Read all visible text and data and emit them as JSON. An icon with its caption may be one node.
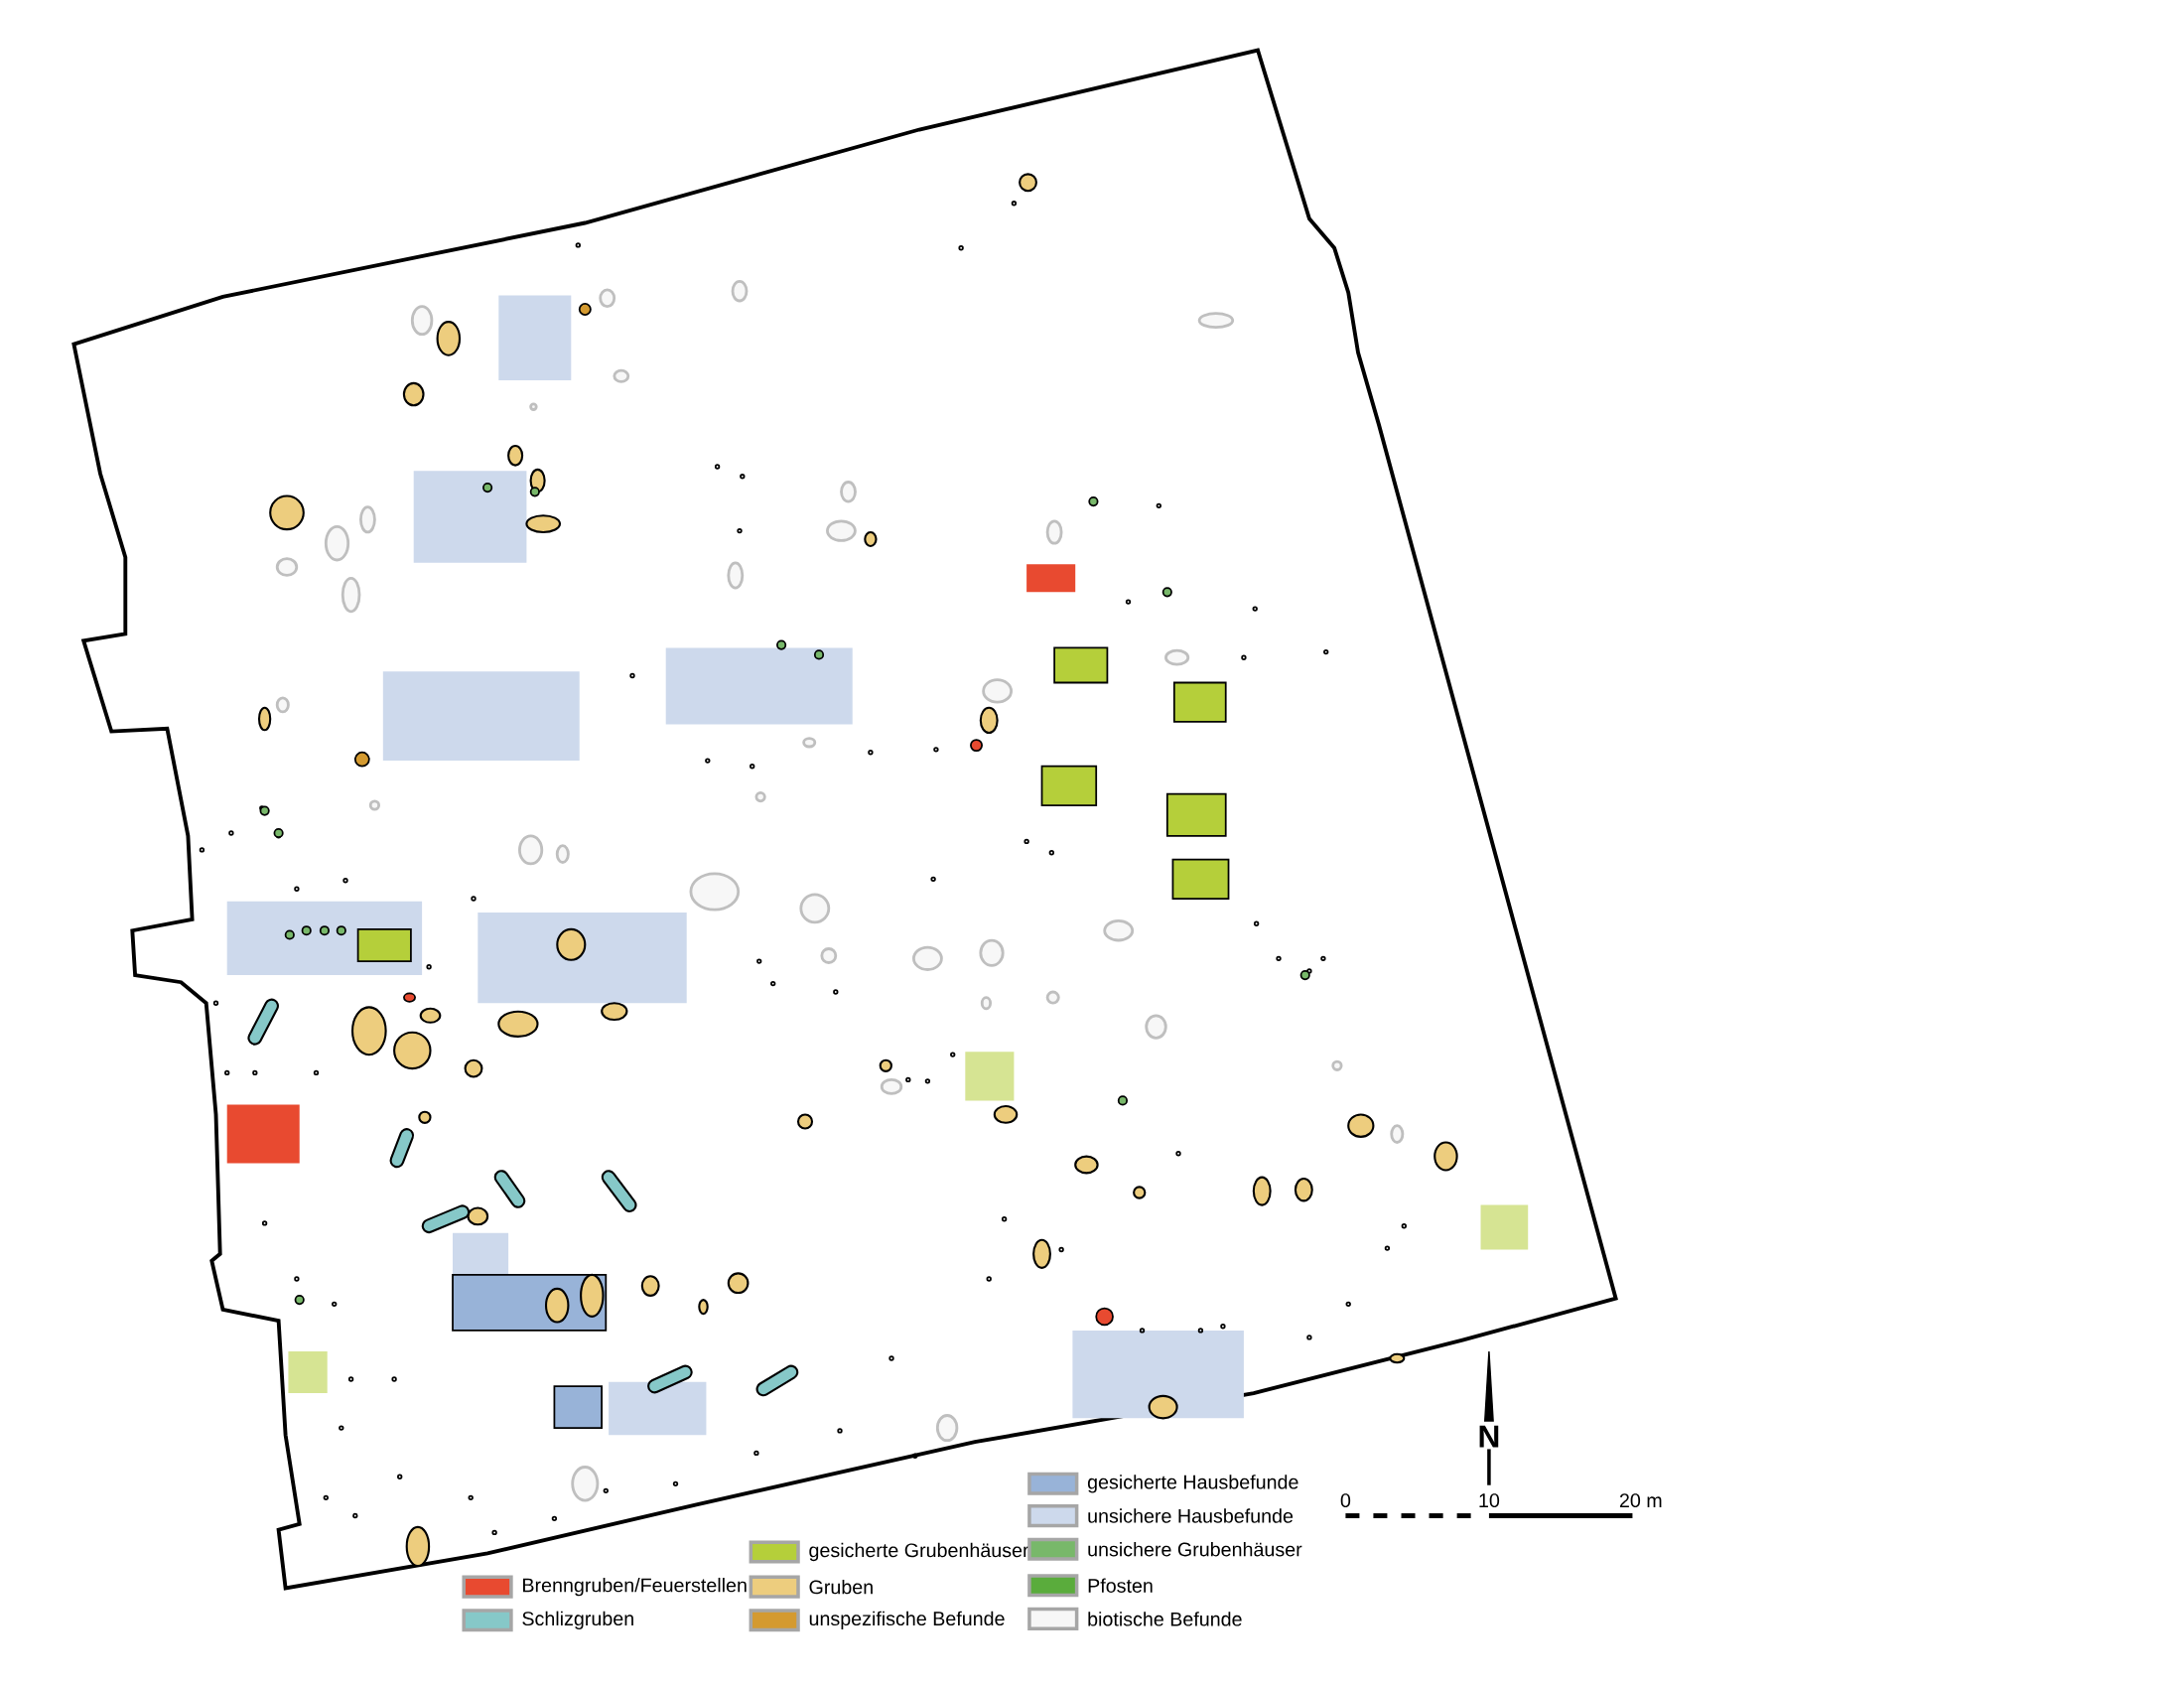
{
  "diagram": {
    "labels": [
      "N",
      "0",
      "10",
      "20 m"
    ],
    "legend": [
      {
        "text": "Brenngruben/Feuerstellen",
        "color": "#e84a30"
      },
      {
        "text": "Schlizgruben",
        "color": "#86c8c8"
      },
      {
        "text": "gesicherte Grubenhäuser",
        "color": "#b5cf3a"
      },
      {
        "text": "Gruben",
        "color": "#edcd7e"
      },
      {
        "text": "unspezifische Befunde",
        "color": "#d49a30"
      },
      {
        "text": "gesicherte Hausbefunde",
        "color": "#98b3d8"
      },
      {
        "text": "unsichere Hausbefunde",
        "color": "#cdd9ec"
      },
      {
        "text": "unsichere Grubenhäuser",
        "color": "#78b86a"
      },
      {
        "text": "Pfosten",
        "color": "#5aac3c"
      },
      {
        "text": "biotische Befunde",
        "color": "#f7f7f7"
      }
    ]
  }
}
